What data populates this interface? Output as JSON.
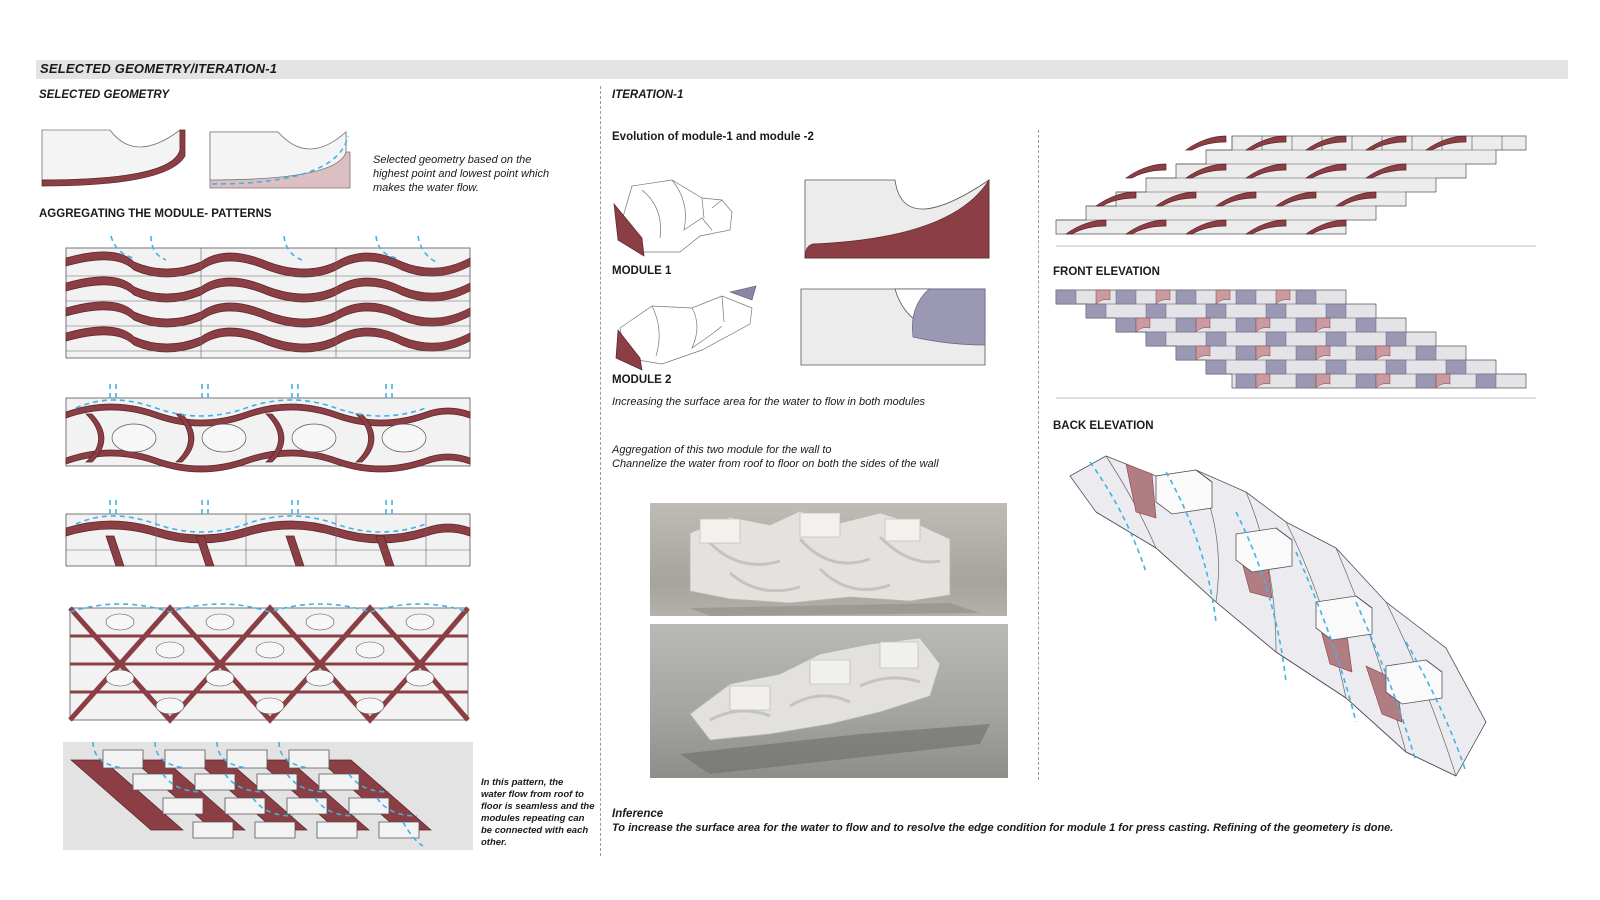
{
  "header": {
    "title": "SELECTED GEOMETRY/ITERATION-1"
  },
  "left": {
    "selected_heading": "SELECTED GEOMETRY",
    "selected_caption": [
      "Selected geometry based on the",
      "highest point and lowest point which",
      "makes the water flow."
    ],
    "patterns_heading": "AGGREGATING THE MODULE- PATTERNS",
    "pattern_note": [
      "In this pattern, the",
      "water flow from roof to",
      "floor is seamless and the",
      "modules repeating can",
      "be connected with each",
      "other."
    ]
  },
  "middle": {
    "iteration_heading": "ITERATION-1",
    "evolution_heading": "Evolution of module-1 and module -2",
    "module1_label": "MODULE 1",
    "module2_label": "MODULE 2",
    "surface_caption": "Increasing the surface area for the water to flow in both modules",
    "aggregation_caption": [
      "Aggregation of this two module for the wall to",
      "Channelize the water from roof to floor on both the sides of the wall"
    ],
    "inference_heading": "Inference",
    "inference_text": "To increase the surface area for the water to flow and to resolve the edge condition for module 1 for press casting. Refining of the geometery is done."
  },
  "right": {
    "front_elevation_label": "FRONT ELEVATION",
    "back_elevation_label": "BACK ELEVATION"
  },
  "colors": {
    "maroon": "#8b3e44",
    "lavender": "#9b98b3",
    "water": "#3fb3e6",
    "header_bar": "#e3e3e3"
  }
}
